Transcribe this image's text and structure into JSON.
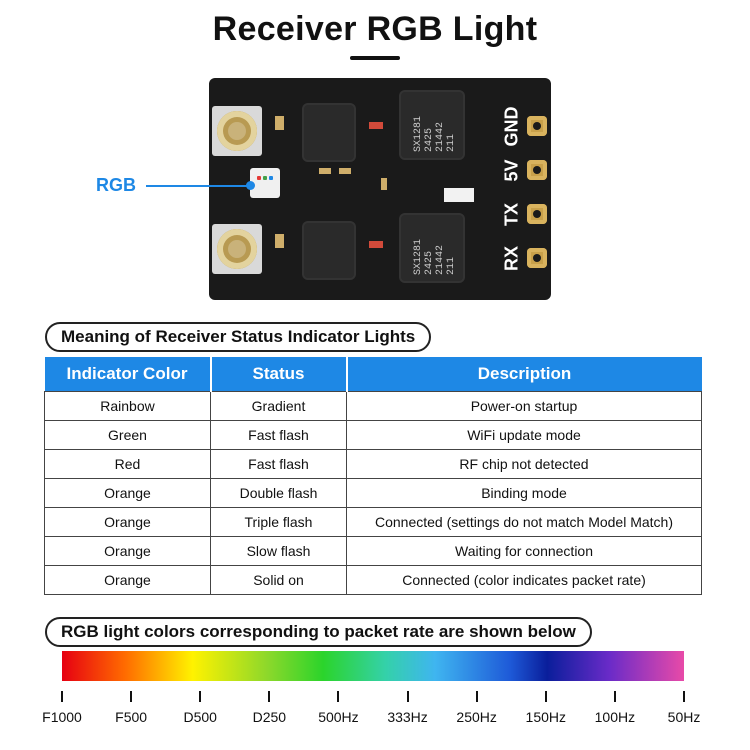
{
  "title": "Receiver RGB Light",
  "rgb_label": "RGB",
  "board": {
    "pin_labels": [
      "GND",
      "5V",
      "TX",
      "RX"
    ],
    "chip_text": "SX1281\n2425\n21442\n211",
    "colors": {
      "pcb": "#1a1a1a",
      "pad": "#c8a04a",
      "accent": "#1e88e5"
    }
  },
  "table_heading": "Meaning of Receiver Status Indicator Lights",
  "table": {
    "headers": [
      "Indicator Color",
      "Status",
      "Description"
    ],
    "rows": [
      [
        "Rainbow",
        "Gradient",
        "Power-on startup"
      ],
      [
        "Green",
        "Fast flash",
        "WiFi update mode"
      ],
      [
        "Red",
        "Fast flash",
        "RF chip not detected"
      ],
      [
        "Orange",
        "Double flash",
        "Binding mode"
      ],
      [
        "Orange",
        "Triple flash",
        "Connected (settings do not match Model Match)"
      ],
      [
        "Orange",
        "Slow flash",
        "Waiting for connection"
      ],
      [
        "Orange",
        "Solid on",
        "Connected (color indicates packet rate)"
      ]
    ]
  },
  "scale_heading": "RGB light colors corresponding to packet rate are shown below",
  "scale_labels": [
    "F1000",
    "F500",
    "D500",
    "D250",
    "500Hz",
    "333Hz",
    "250Hz",
    "150Hz",
    "100Hz",
    "50Hz"
  ]
}
